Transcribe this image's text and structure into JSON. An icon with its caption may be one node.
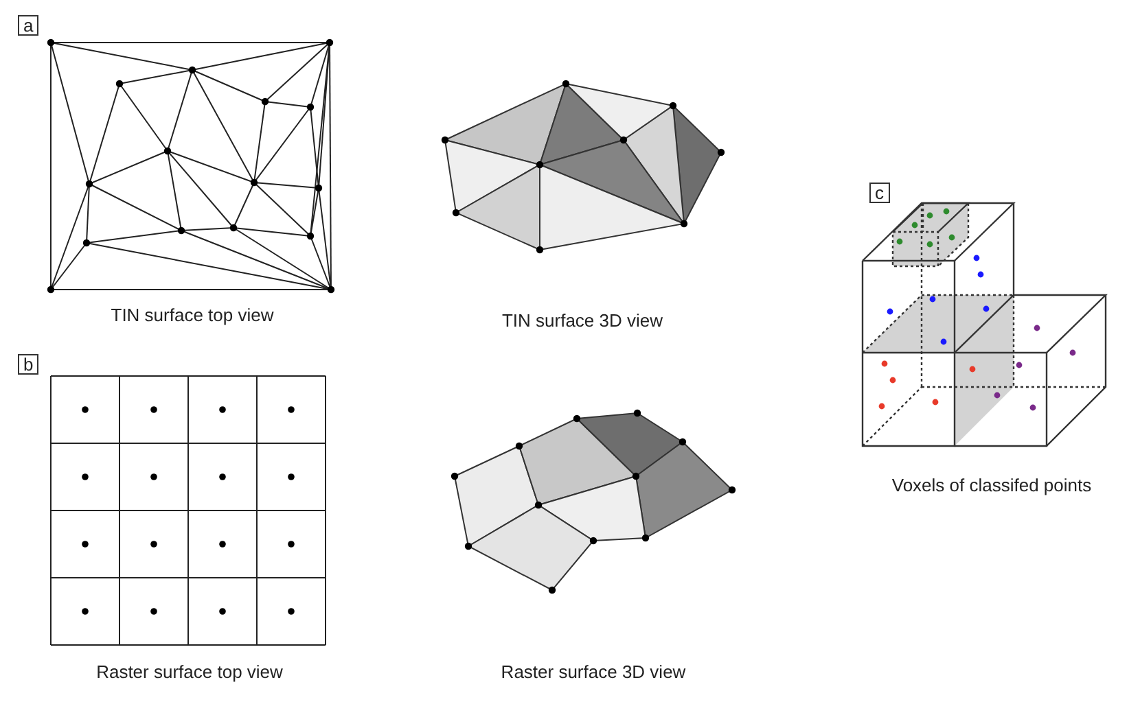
{
  "diagram": {
    "labels": [
      "a",
      "TIN surface top view",
      "TIN surface 3D view",
      "c",
      "Voxels of classifed points",
      "b",
      "Raster surface top view",
      "Raster surface 3D view"
    ]
  }
}
